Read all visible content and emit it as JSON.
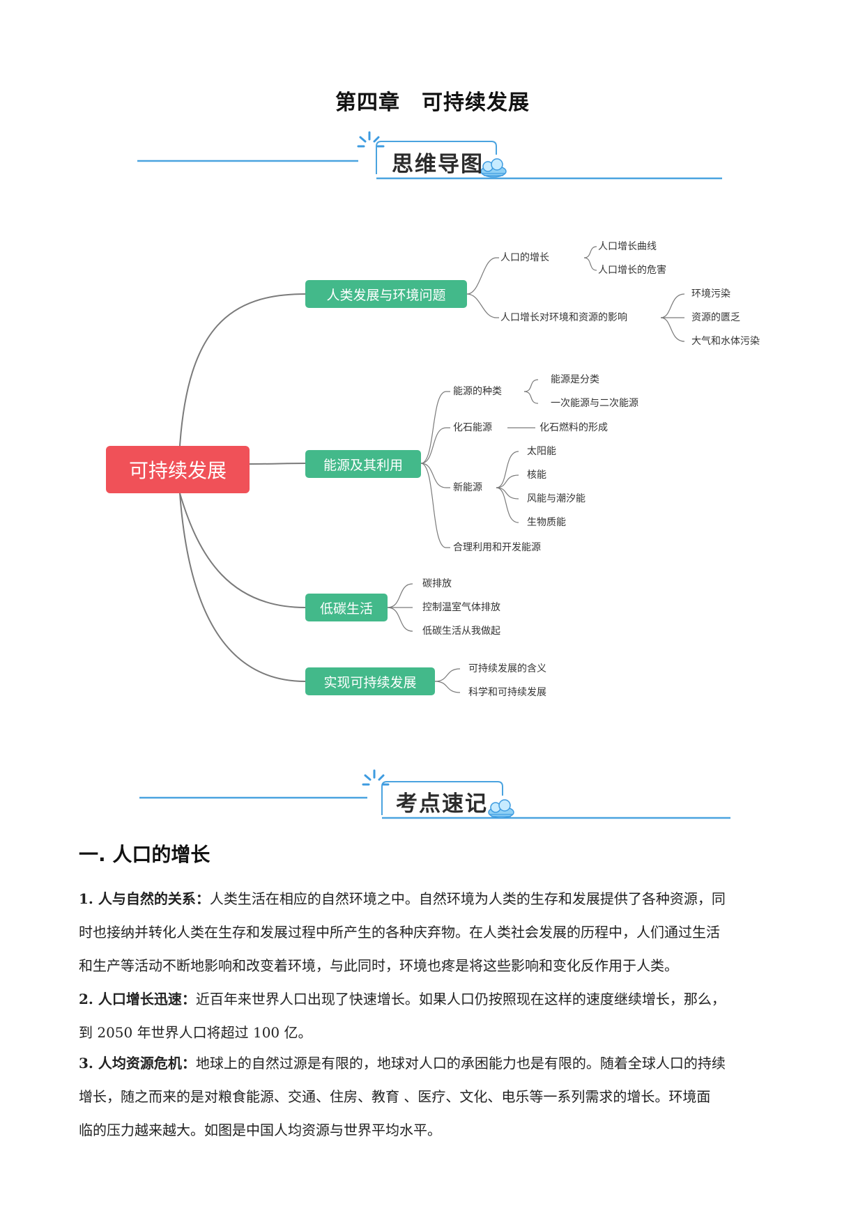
{
  "chapter_title": "第四章　可持续发展",
  "banners": {
    "mindmap_label": "思维导图",
    "keypoints_label": "考点速记"
  },
  "mindmap": {
    "root": "可持续发展",
    "branches": [
      {
        "label": "人类发展与环境问题",
        "children": [
          {
            "label": "人口的增长",
            "children": [
              "人口增长曲线",
              "人口增长的危害"
            ]
          },
          {
            "label": "人口增长对环境和资源的影响",
            "children": [
              "环境污染",
              "资源的匮乏",
              "大气和水体污染"
            ]
          }
        ]
      },
      {
        "label": "能源及其利用",
        "children": [
          {
            "label": "能源的种类",
            "children": [
              "能源是分类",
              "一次能源与二次能源"
            ]
          },
          {
            "label": "化石能源",
            "children": [
              "化石燃料的形成"
            ]
          },
          {
            "label": "新能源",
            "children": [
              "太阳能",
              "核能",
              "风能与潮汐能",
              "生物质能"
            ]
          },
          {
            "label": "合理利用和开发能源",
            "children": []
          }
        ]
      },
      {
        "label": "低碳生活",
        "children": [
          {
            "label": "碳排放",
            "children": []
          },
          {
            "label": "控制温室气体排放",
            "children": []
          },
          {
            "label": "低碳生活从我做起",
            "children": []
          }
        ]
      },
      {
        "label": "实现可持续发展",
        "children": [
          {
            "label": "可持续发展的含义",
            "children": []
          },
          {
            "label": "科学和可持续发展",
            "children": []
          }
        ]
      }
    ]
  },
  "section": {
    "heading": "一. 人口的增长",
    "paragraphs": [
      {
        "term": "1. 人与自然的关系：",
        "lines": [
          "人类生活在相应的自然环境之中。自然环境为人类的生存和发展提供了各种资源，同",
          "时也接纳并转化人类在生存和发展过程中所产生的各种庆弃物。在人类社会发展的历程中，人们通过生活",
          "和生产等活动不断地影响和改变着环境，与此同时，环境也疼是将这些影响和变化反作用于人类。"
        ]
      },
      {
        "term": "2. 人口增长迅速：",
        "lines": [
          "近百年来世界人口出现了快速增长。如果人口仍按照现在这样的速度继续增长，那么，",
          "到 2050 年世界人口将超过 100 亿。"
        ]
      },
      {
        "term": "3. 人均资源危机：",
        "lines": [
          "地球上的自然过源是有限的，地球对人口的承困能力也是有限的。随着全球人口的持续",
          "增长，随之而来的是对粮食能源、交通、住房、教育 、医疗、文化、电乐等一系列需求的增长。环境面",
          "临的压力越来越大。如图是中国人均资源与世界平均水平。"
        ]
      }
    ]
  }
}
